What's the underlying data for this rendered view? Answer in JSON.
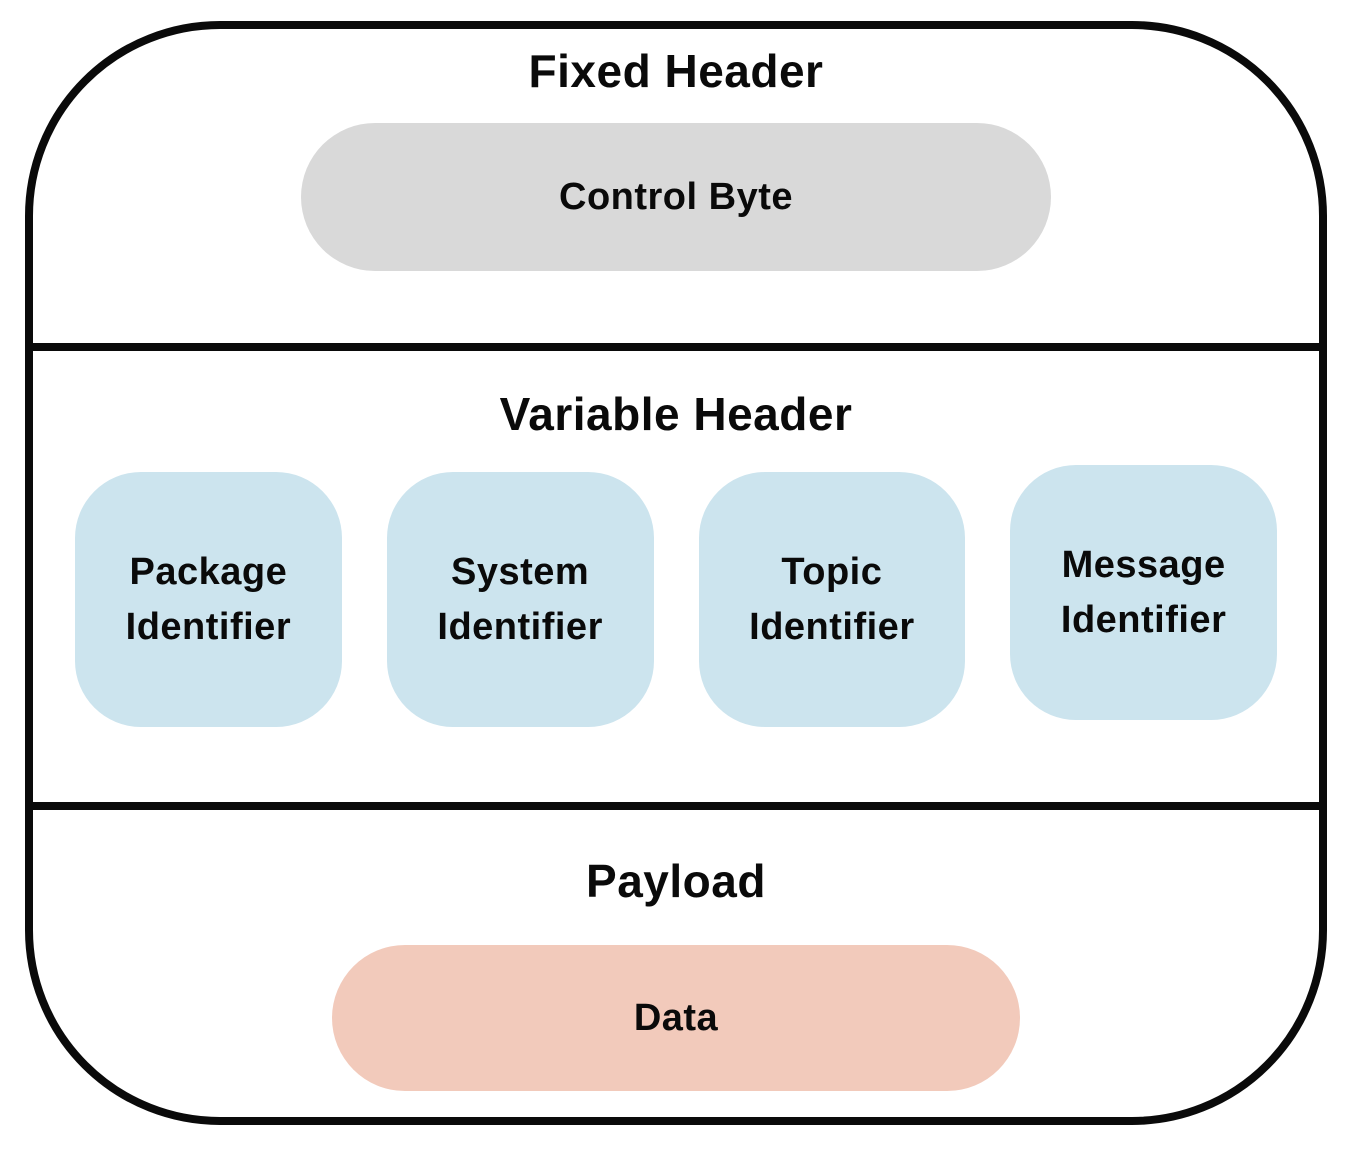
{
  "theme": {
    "frame-border": "#0a0a0a",
    "text": "#0a0a0a",
    "gray-block": "#d9d9d9",
    "blue-block": "#cce4ee",
    "pink-block": "#f2cabb",
    "bg": "#ffffff"
  },
  "diagram": {
    "sections": {
      "fixed_header": {
        "title": "Fixed Header",
        "block": {
          "label": "Control Byte"
        }
      },
      "variable_header": {
        "title": "Variable Header",
        "blocks": [
          {
            "label": "Package Identifier"
          },
          {
            "label": "System Identifier"
          },
          {
            "label": "Topic Identifier"
          },
          {
            "label": "Message Identifier"
          }
        ]
      },
      "payload": {
        "title": "Payload",
        "block": {
          "label": "Data"
        }
      }
    }
  }
}
